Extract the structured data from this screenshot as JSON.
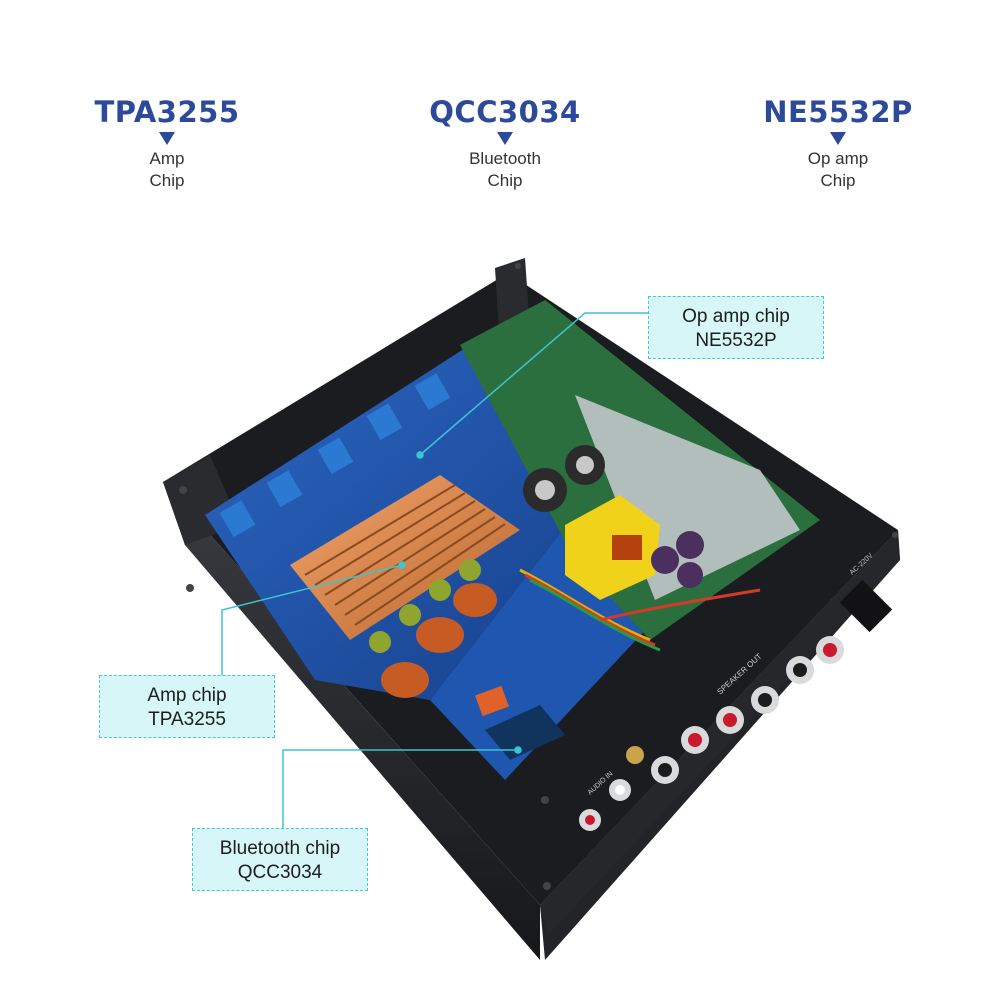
{
  "chips": [
    {
      "name": "TPA3255",
      "desc_line1": "Amp",
      "desc_line2": "Chip"
    },
    {
      "name": "QCC3034",
      "desc_line1": "Bluetooth",
      "desc_line2": "Chip"
    },
    {
      "name": "NE5532P",
      "desc_line1": "Op amp",
      "desc_line2": "Chip"
    }
  ],
  "callouts": {
    "op_amp": {
      "line1": "Op amp chip",
      "line2": "NE5532P"
    },
    "amp": {
      "line1": "Amp chip",
      "line2": "TPA3255"
    },
    "bluetooth": {
      "line1": "Bluetooth chip",
      "line2": "QCC3034"
    }
  },
  "panel": {
    "speakers_out": "SPEAKER OUT",
    "audio_in": "AUDIO IN",
    "ac_input": "AC-220V"
  },
  "colors": {
    "heading_blue": "#2d4a9a",
    "callout_fill": "#d7f6f8",
    "callout_border": "#47c7d3",
    "leader_line": "#3cc4d2",
    "pcb_blue": "#1c4fa8",
    "chassis": "#1b1c1f"
  }
}
